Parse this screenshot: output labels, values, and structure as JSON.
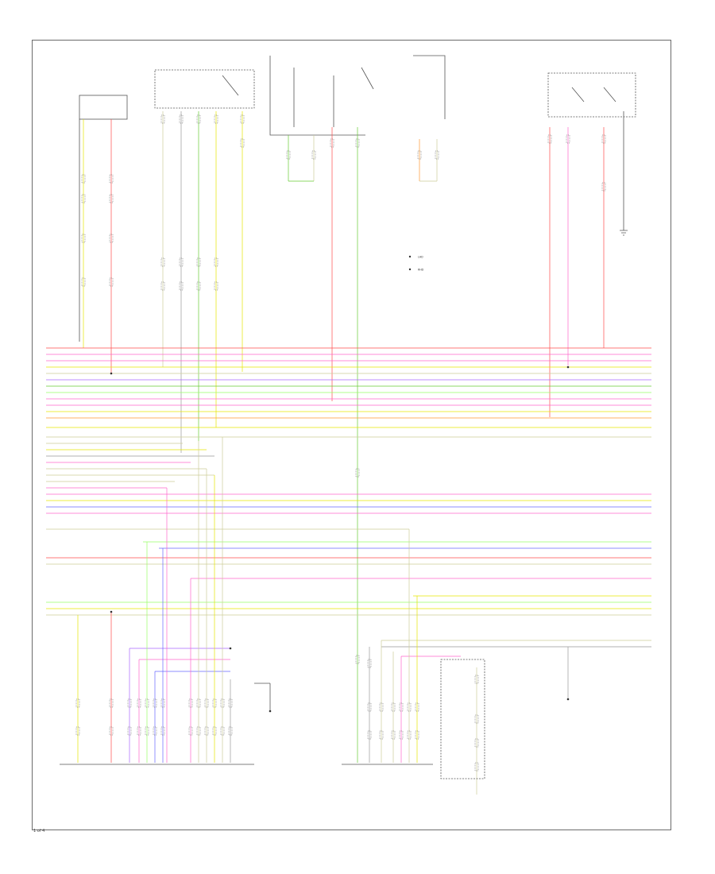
{
  "diagram": {
    "footer_code": "1 of 4"
  },
  "legend": {
    "items": [
      "LHD",
      "RHD"
    ]
  },
  "colors": {
    "pink": "#ff66cc",
    "red": "#ff4d4d",
    "yellow": "#e6e600",
    "green": "#66cc33",
    "blue": "#6666ff",
    "violet": "#aa66ff",
    "orange": "#ff9933",
    "tan": "#cccc99",
    "gray": "#999999",
    "light_green": "#99ff66",
    "frame": "#6b6b6b"
  }
}
